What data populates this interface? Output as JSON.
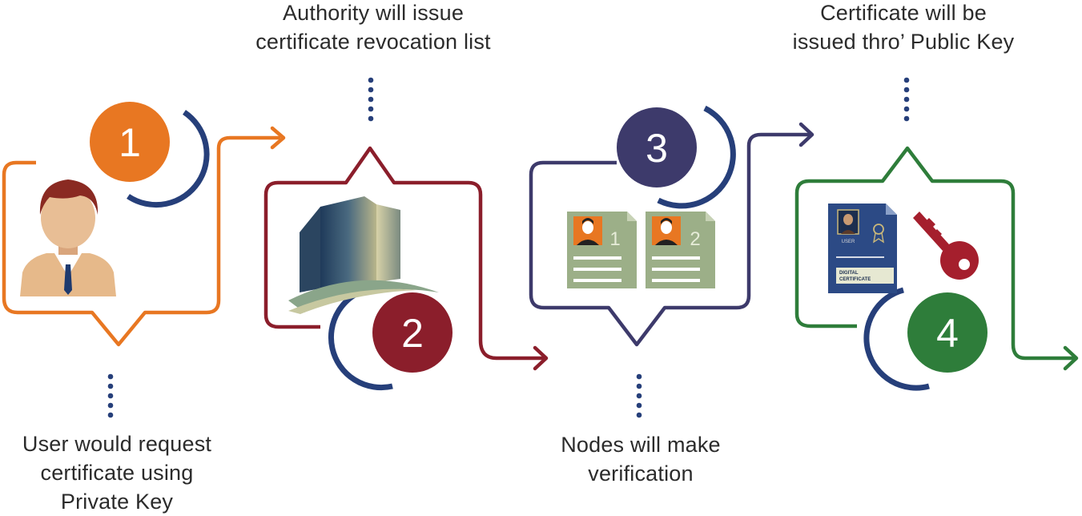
{
  "steps": [
    {
      "number": "1",
      "color": "#e87722",
      "caption": [
        "User would request",
        "certificate using",
        "Private Key"
      ]
    },
    {
      "number": "2",
      "color": "#8b1e2b",
      "caption": [
        "Authority will issue",
        "certificate revocation list"
      ]
    },
    {
      "number": "3",
      "color": "#3d3a6b",
      "caption": [
        "Nodes will make",
        "verification"
      ]
    },
    {
      "number": "4",
      "color": "#2e7d3a",
      "caption": [
        "Certificate will be",
        "issued thro’ Public Key"
      ]
    }
  ],
  "accent_arc_color": "#263f7a",
  "documents": {
    "label_1": "1",
    "label_2": "2"
  },
  "certificate": {
    "user_label": "USER",
    "title_line1": "DIGITAL",
    "title_line2": "CERTIFICATE"
  },
  "icons": [
    "user-avatar-icon",
    "building-icon",
    "document-icon",
    "certificate-icon",
    "key-icon",
    "arrow-right-icon"
  ]
}
